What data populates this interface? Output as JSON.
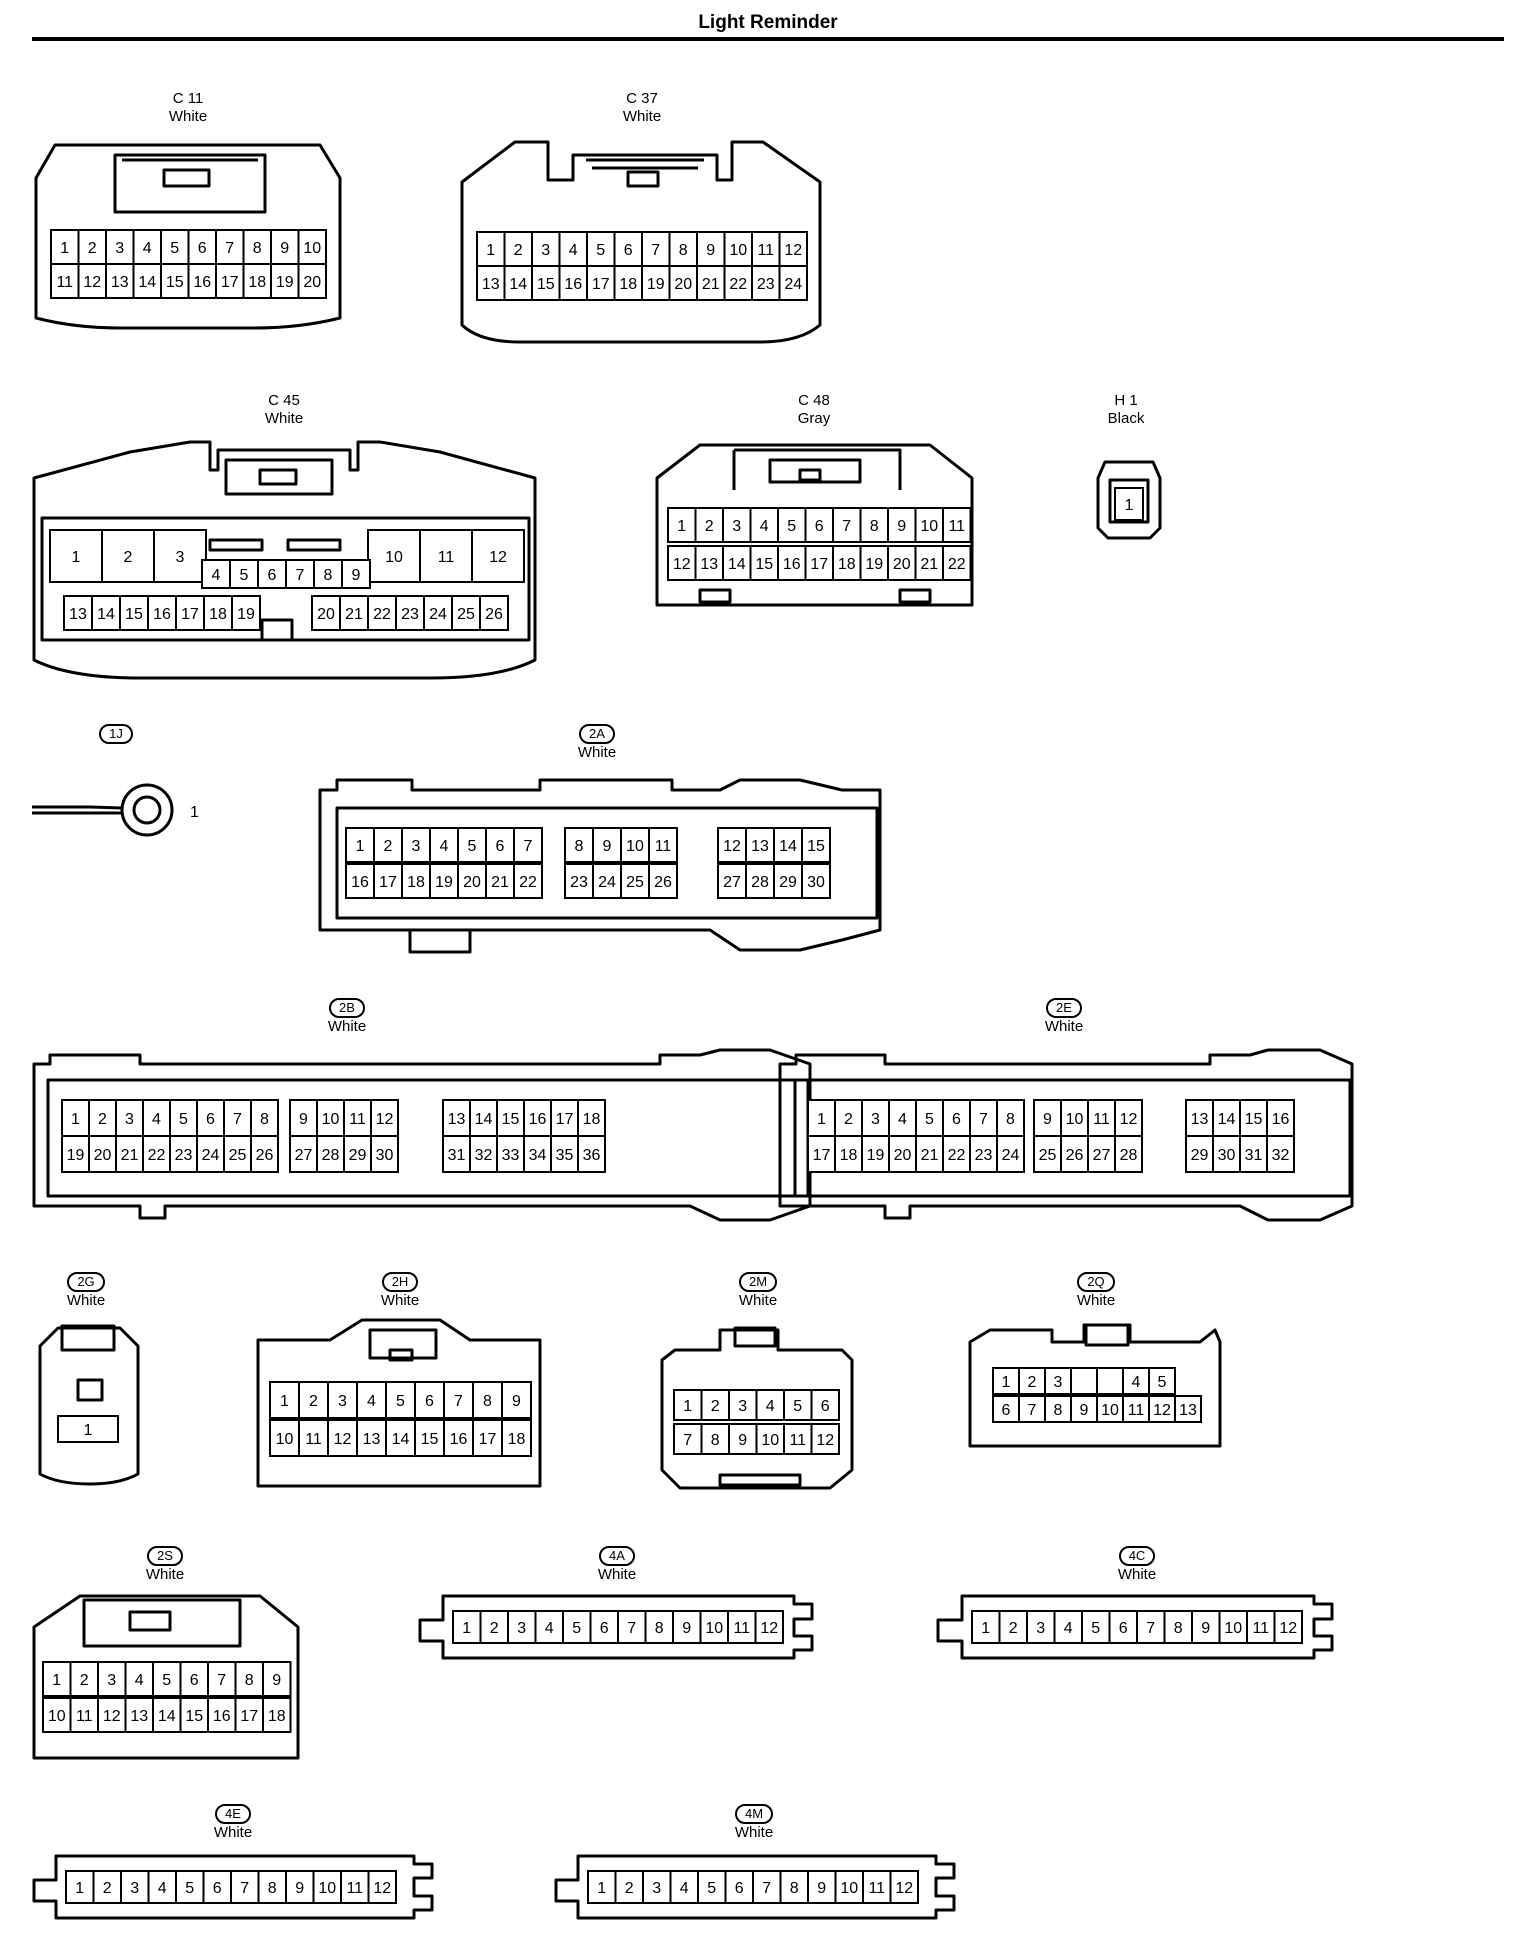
{
  "page_title": "Light Reminder",
  "connectors": [
    {
      "id": "c11",
      "code": "C 11",
      "color": "White",
      "code_style": "plain"
    },
    {
      "id": "c37",
      "code": "C 37",
      "color": "White",
      "code_style": "plain"
    },
    {
      "id": "c45",
      "code": "C 45",
      "color": "White",
      "code_style": "plain"
    },
    {
      "id": "c48",
      "code": "C 48",
      "color": "Gray",
      "code_style": "plain"
    },
    {
      "id": "h1",
      "code": "H 1",
      "color": "Black",
      "code_style": "plain"
    },
    {
      "id": "1j",
      "code": "1J",
      "color": "",
      "code_style": "oval"
    },
    {
      "id": "2a",
      "code": "2A",
      "color": "White",
      "code_style": "oval"
    },
    {
      "id": "2b",
      "code": "2B",
      "color": "White",
      "code_style": "oval"
    },
    {
      "id": "2e",
      "code": "2E",
      "color": "White",
      "code_style": "oval"
    },
    {
      "id": "2g",
      "code": "2G",
      "color": "White",
      "code_style": "oval"
    },
    {
      "id": "2h",
      "code": "2H",
      "color": "White",
      "code_style": "oval"
    },
    {
      "id": "2m",
      "code": "2M",
      "color": "White",
      "code_style": "oval"
    },
    {
      "id": "2q",
      "code": "2Q",
      "color": "White",
      "code_style": "oval"
    },
    {
      "id": "2s",
      "code": "2S",
      "color": "White",
      "code_style": "oval"
    },
    {
      "id": "4a",
      "code": "4A",
      "color": "White",
      "code_style": "oval"
    },
    {
      "id": "4c",
      "code": "4C",
      "color": "White",
      "code_style": "oval"
    },
    {
      "id": "4e",
      "code": "4E",
      "color": "White",
      "code_style": "oval"
    },
    {
      "id": "4m",
      "code": "4M",
      "color": "White",
      "code_style": "oval"
    }
  ],
  "pins": {
    "c11": [
      [
        "1",
        "2",
        "3",
        "4",
        "5",
        "6",
        "7",
        "8",
        "9",
        "10"
      ],
      [
        "11",
        "12",
        "13",
        "14",
        "15",
        "16",
        "17",
        "18",
        "19",
        "20"
      ]
    ],
    "c37": [
      [
        "1",
        "2",
        "3",
        "4",
        "5",
        "6",
        "7",
        "8",
        "9",
        "10",
        "11",
        "12"
      ],
      [
        "13",
        "14",
        "15",
        "16",
        "17",
        "18",
        "19",
        "20",
        "21",
        "22",
        "23",
        "24"
      ]
    ],
    "c45": {
      "upper_left": [
        "1",
        "2",
        "3"
      ],
      "upper_right": [
        "10",
        "11",
        "12"
      ],
      "middle": [
        "4",
        "5",
        "6",
        "7",
        "8",
        "9"
      ],
      "lower_left": [
        "13",
        "14",
        "15",
        "16",
        "17",
        "18",
        "19"
      ],
      "lower_right": [
        "20",
        "21",
        "22",
        "23",
        "24",
        "25",
        "26"
      ]
    },
    "c48": [
      [
        "1",
        "2",
        "3",
        "4",
        "5",
        "6",
        "7",
        "8",
        "9",
        "10",
        "11"
      ],
      [
        "12",
        "13",
        "14",
        "15",
        "16",
        "17",
        "18",
        "19",
        "20",
        "21",
        "22"
      ]
    ],
    "h1": [
      "1"
    ],
    "1j": [
      "1"
    ],
    "2a": [
      [
        [
          "1",
          "2",
          "3",
          "4",
          "5",
          "6",
          "7"
        ],
        [
          "16",
          "17",
          "18",
          "19",
          "20",
          "21",
          "22"
        ]
      ],
      [
        [
          "8",
          "9",
          "10",
          "11"
        ],
        [
          "23",
          "24",
          "25",
          "26"
        ]
      ],
      [
        [
          "12",
          "13",
          "14",
          "15"
        ],
        [
          "27",
          "28",
          "29",
          "30"
        ]
      ]
    ],
    "2b": [
      [
        [
          "1",
          "2",
          "3",
          "4",
          "5",
          "6",
          "7",
          "8"
        ],
        [
          "19",
          "20",
          "21",
          "22",
          "23",
          "24",
          "25",
          "26"
        ]
      ],
      [
        [
          "9",
          "10",
          "11",
          "12"
        ],
        [
          "27",
          "28",
          "29",
          "30"
        ]
      ],
      [
        [
          "13",
          "14",
          "15",
          "16",
          "17",
          "18"
        ],
        [
          "31",
          "32",
          "33",
          "34",
          "35",
          "36"
        ]
      ]
    ],
    "2e": [
      [
        [
          "1",
          "2",
          "3",
          "4",
          "5",
          "6",
          "7",
          "8"
        ],
        [
          "17",
          "18",
          "19",
          "20",
          "21",
          "22",
          "23",
          "24"
        ]
      ],
      [
        [
          "9",
          "10",
          "11",
          "12"
        ],
        [
          "25",
          "26",
          "27",
          "28"
        ]
      ],
      [
        [
          "13",
          "14",
          "15",
          "16"
        ],
        [
          "29",
          "30",
          "31",
          "32"
        ]
      ]
    ],
    "2g": [
      "1"
    ],
    "2h": [
      [
        "1",
        "2",
        "3",
        "4",
        "5",
        "6",
        "7",
        "8",
        "9"
      ],
      [
        "10",
        "11",
        "12",
        "13",
        "14",
        "15",
        "16",
        "17",
        "18"
      ]
    ],
    "2m": [
      [
        "1",
        "2",
        "3",
        "4",
        "5",
        "6"
      ],
      [
        "7",
        "8",
        "9",
        "10",
        "11",
        "12"
      ]
    ],
    "2q": [
      [
        "1",
        "2",
        "3",
        "",
        "",
        "4",
        "5"
      ],
      [
        "6",
        "7",
        "8",
        "9",
        "10",
        "11",
        "12",
        "13"
      ]
    ],
    "2s": [
      [
        "1",
        "2",
        "3",
        "4",
        "5",
        "6",
        "7",
        "8",
        "9"
      ],
      [
        "10",
        "11",
        "12",
        "13",
        "14",
        "15",
        "16",
        "17",
        "18"
      ]
    ],
    "4a": [
      "1",
      "2",
      "3",
      "4",
      "5",
      "6",
      "7",
      "8",
      "9",
      "10",
      "11",
      "12"
    ],
    "4c": [
      "1",
      "2",
      "3",
      "4",
      "5",
      "6",
      "7",
      "8",
      "9",
      "10",
      "11",
      "12"
    ],
    "4e": [
      "1",
      "2",
      "3",
      "4",
      "5",
      "6",
      "7",
      "8",
      "9",
      "10",
      "11",
      "12"
    ],
    "4m": [
      "1",
      "2",
      "3",
      "4",
      "5",
      "6",
      "7",
      "8",
      "9",
      "10",
      "11",
      "12"
    ]
  }
}
